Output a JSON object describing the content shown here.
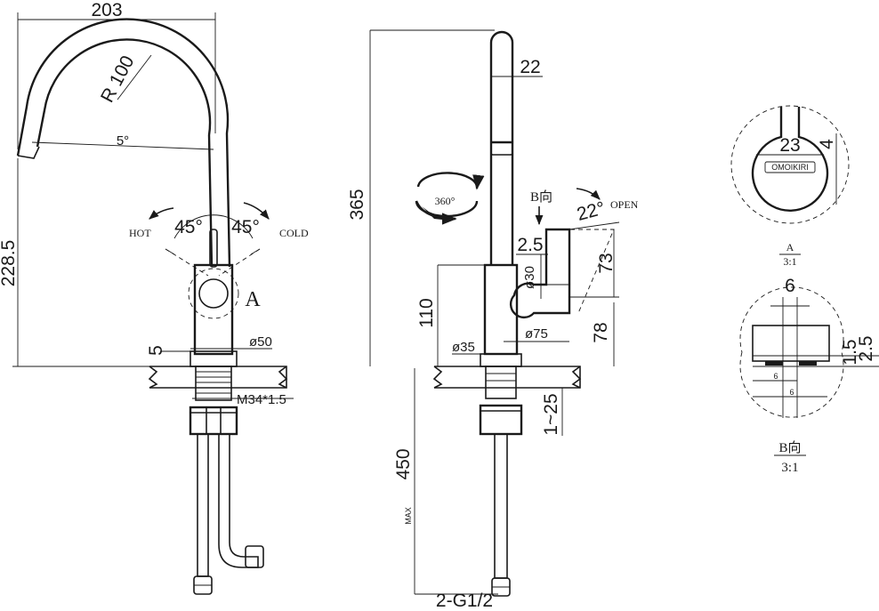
{
  "front_view": {
    "width_dim": "203",
    "radius_dim": "R 100",
    "angle_dim": "5°",
    "height_dim": "228.5",
    "label_hot": "HOT",
    "label_cold": "COLD",
    "angle_hot": "45°",
    "angle_cold": "45°",
    "detail_ref": "A",
    "base_thickness_dim": "5",
    "base_dia_dim": "ø50",
    "thread_dim": "M34*1.5"
  },
  "side_view": {
    "total_height_dim": "365",
    "spout_dia_dim": "22",
    "rotation_label": "360°",
    "view_ref": "B向",
    "open_label": "OPEN",
    "open_angle": "22°",
    "handle_gap_dim": "2.5",
    "handle_dia_dim": "ø30",
    "handle_height_dim": "73",
    "body_height_dim": "110",
    "body_dia_dim": "ø35",
    "handle_reach_dim": "ø75",
    "handle_base_dim": "78",
    "counter_thickness_dim": "1~25",
    "hose_length_dim": "450",
    "hose_prefix": "MAX",
    "hose_thread_dim": "2-G1/2"
  },
  "detail_a": {
    "width_dim": "23",
    "depth_dim": "4",
    "brand": "OMOIKIRI",
    "caption": "A",
    "scale": "3:1"
  },
  "detail_b": {
    "width_dim": "6",
    "dim_1": "1.5",
    "dim_2": "2.5",
    "inner_1": "6",
    "inner_2": "6",
    "caption": "B向",
    "scale": "3:1"
  }
}
